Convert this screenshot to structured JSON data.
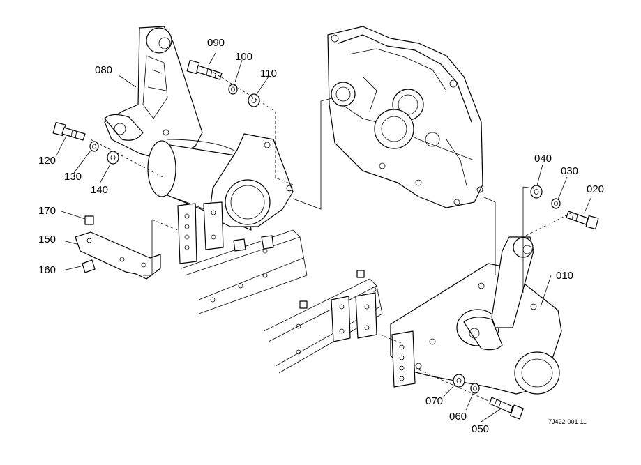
{
  "callouts": {
    "c010": "010",
    "c020": "020",
    "c030": "030",
    "c040": "040",
    "c050": "050",
    "c060": "060",
    "c070": "070",
    "c080": "080",
    "c090": "090",
    "c100": "100",
    "c110": "110",
    "c120": "120",
    "c130": "130",
    "c140": "140",
    "c150": "150",
    "c160": "160",
    "c170": "170"
  },
  "drawing_id": "7J422-001-11"
}
